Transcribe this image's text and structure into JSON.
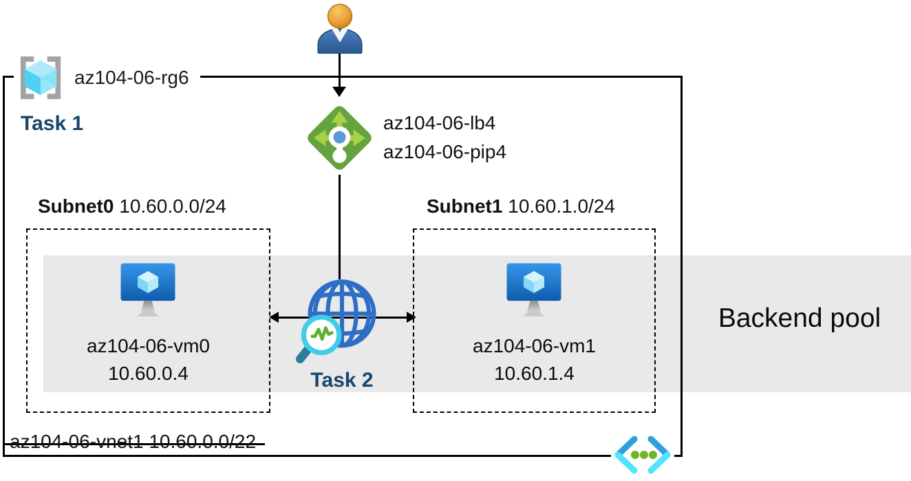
{
  "resource_group": {
    "name": "az104-06-rg6"
  },
  "tasks": {
    "task1": "Task 1",
    "task2": "Task 2"
  },
  "load_balancer": {
    "name": "az104-06-lb4",
    "pip": "az104-06-pip4"
  },
  "subnets": [
    {
      "name": "Subnet0",
      "cidr": "10.60.0.0/24",
      "vm_name": "az104-06-vm0",
      "vm_ip": "10.60.0.4"
    },
    {
      "name": "Subnet1",
      "cidr": "10.60.1.0/24",
      "vm_name": "az104-06-vm1",
      "vm_ip": "10.60.1.4"
    }
  ],
  "backend_pool": {
    "label": "Backend pool"
  },
  "vnet": {
    "label": "az104-06-vnet1 10.60.0.0/22"
  },
  "icons": {
    "user": "user-person-icon",
    "resource_group": "resource-group-brackets-cube-icon",
    "load_balancer": "load-balancer-icon",
    "vm": "virtual-machine-monitor-icon",
    "watcher": "globe-magnifier-network-watcher-icon",
    "vnet": "virtual-network-brackets-icon"
  },
  "colors": {
    "task_label": "#17466e",
    "band_gray": "#e9e9e9",
    "lb_green": "#64a33e",
    "lb_arrow_green": "#a8d14a",
    "lb_center_blue": "#5b9bd5",
    "vm_blue_top": "#3796ea",
    "vm_blue_bottom": "#0d5cae",
    "cube_cyan": "#33c9ee",
    "vnet_dark_blue": "#2fa0dc",
    "vnet_cyan": "#54e3ff",
    "vnet_dot_green": "#72b226",
    "line_black": "#000000"
  }
}
